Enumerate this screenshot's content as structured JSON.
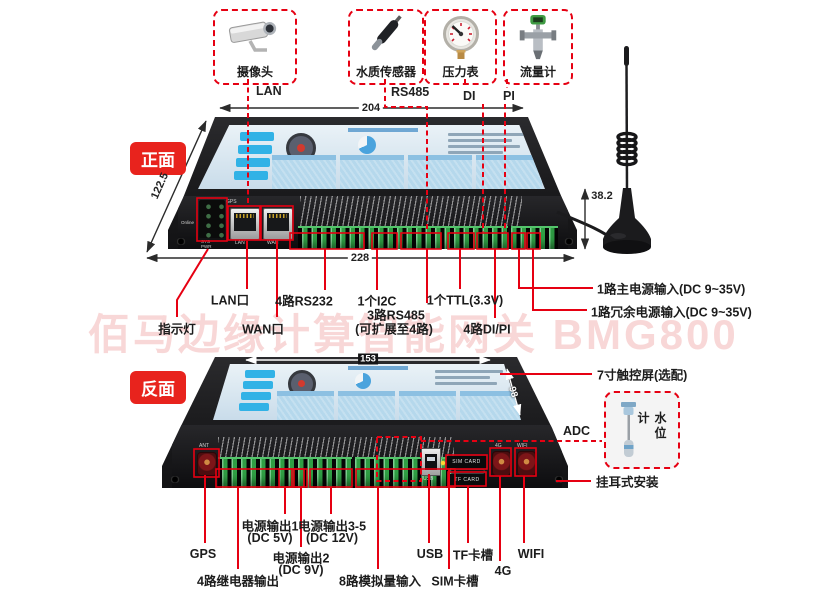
{
  "colors": {
    "accent_red": "#e60012",
    "device_black": "#1d1d1f",
    "terminal_green": "#2f9e44",
    "watermark_pink": "#ec9696"
  },
  "watermark_text": "佰马边缘计算智能网关 BMG800",
  "sensor_row": {
    "items": [
      {
        "label": "摄像头",
        "port_label": "LAN"
      },
      {
        "label": "水质传感器",
        "port_label": "RS485"
      },
      {
        "label": "压力表",
        "port_label": "DI"
      },
      {
        "label": "流量计",
        "port_label": "PI"
      }
    ]
  },
  "front": {
    "badge": "正面",
    "dim_top": "204",
    "dim_bottom": "228",
    "dim_side": "122.5",
    "dim_antenna": "38.2",
    "panel": {
      "led_top": "GPS",
      "led_left": "Online",
      "led_b1": "SYS",
      "led_b2": "PWR",
      "lan": "LAN",
      "wan": "WAN"
    },
    "callouts": {
      "lan": "LAN口",
      "indicator": "指示灯",
      "wan": "WAN口",
      "rs232": "4路RS232",
      "i2c": "1个I2C",
      "rs485": "3路RS485",
      "rs485_sub": "(可扩展至4路)",
      "ttl": "1个TTL(3.3V)",
      "dipi": "4路DI/PI",
      "power_main": "1路主电源输入(DC 9~35V)",
      "power_backup": "1路冗余电源输入(DC 9~35V)"
    }
  },
  "back": {
    "badge": "反面",
    "dim_top": "153",
    "dim_side": "98",
    "panel": {
      "ant": "ANT",
      "usb": "USB",
      "sim": "SIM CARD",
      "tf": "TF CARD",
      "g4": "4G",
      "wifi": "WIFI"
    },
    "callouts": {
      "touchscreen": "7寸触控屏(选配)",
      "adc": "ADC",
      "water_level": "水位计",
      "mount": "挂耳式安装",
      "gps": "GPS",
      "relay": "4路继电器输出",
      "pwr1": "电源输出1",
      "pwr1_sub": "(DC 5V)",
      "pwr2": "电源输出2",
      "pwr2_sub": "(DC 9V)",
      "pwr35": "电源输出3-5",
      "pwr35_sub": "(DC 12V)",
      "analog": "8路模拟量输入",
      "usb": "USB",
      "sim": "SIM卡槽",
      "tf": "TF卡槽",
      "g4": "4G",
      "wifi": "WIFI"
    }
  }
}
